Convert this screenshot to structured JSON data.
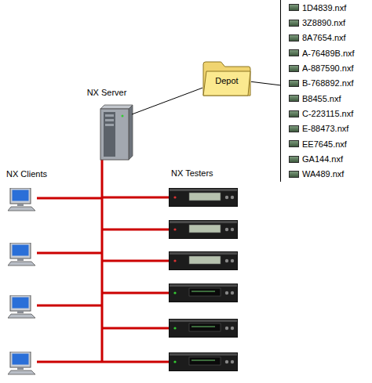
{
  "diagram": {
    "nodes": [
      {
        "text": [
          "NX Server"
        ]
      },
      {
        "text": [
          "Depot"
        ]
      },
      {
        "text": [
          "1D4839.nxf",
          "3Z8890.nxf",
          "8A7654.nxf",
          "A-76489B.nxf",
          "A-887590.nxf",
          "B-768892.nxf",
          "B8455.nxf",
          "C-223115.nxf",
          "E-88473.nxf",
          "EE7645.nxf",
          "GA144.nxf",
          "WA489.nxf"
        ]
      }
    ],
    "edges": [
      {
        "from": 0,
        "to": 1,
        "arrow": "none"
      },
      {
        "from": 1,
        "to": 2,
        "arrow": "none"
      }
    ],
    "labels": [
      "NX Clients",
      "NX Testers"
    ]
  }
}
